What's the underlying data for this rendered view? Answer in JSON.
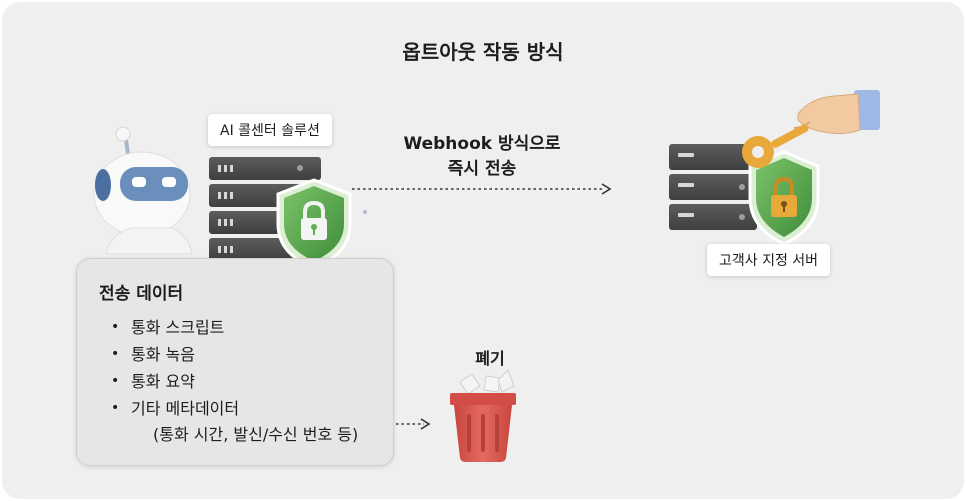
{
  "title": "옵트아웃 작동 방식",
  "ai_solution_label": "AI 콜센터 솔루션",
  "webhook_text": {
    "line1": "Webhook 방식으로",
    "line2": "즉시 전송"
  },
  "customer_server_label": "고객사 지정 서버",
  "discard_label": "폐기",
  "data_card": {
    "title": "전송 데이터",
    "items": [
      "통화 스크립트",
      "통화 녹음",
      "통화 요약",
      "기타 메타데이터"
    ],
    "item_sub": "(통화 시간, 발신/수신 번호 등)"
  },
  "colors": {
    "shield_green": "#5fae52",
    "lock_gold": "#e9a83a",
    "robot_blue": "#4a6fa0",
    "bin_red": "#d9544c",
    "server_dark": "#4f4f4f",
    "server_led": "#79c24f"
  },
  "icons": [
    "robot-icon",
    "server-stack-icon",
    "shield-lock-icon",
    "key-hand-icon",
    "trash-bin-icon",
    "arrow-right-icon"
  ]
}
